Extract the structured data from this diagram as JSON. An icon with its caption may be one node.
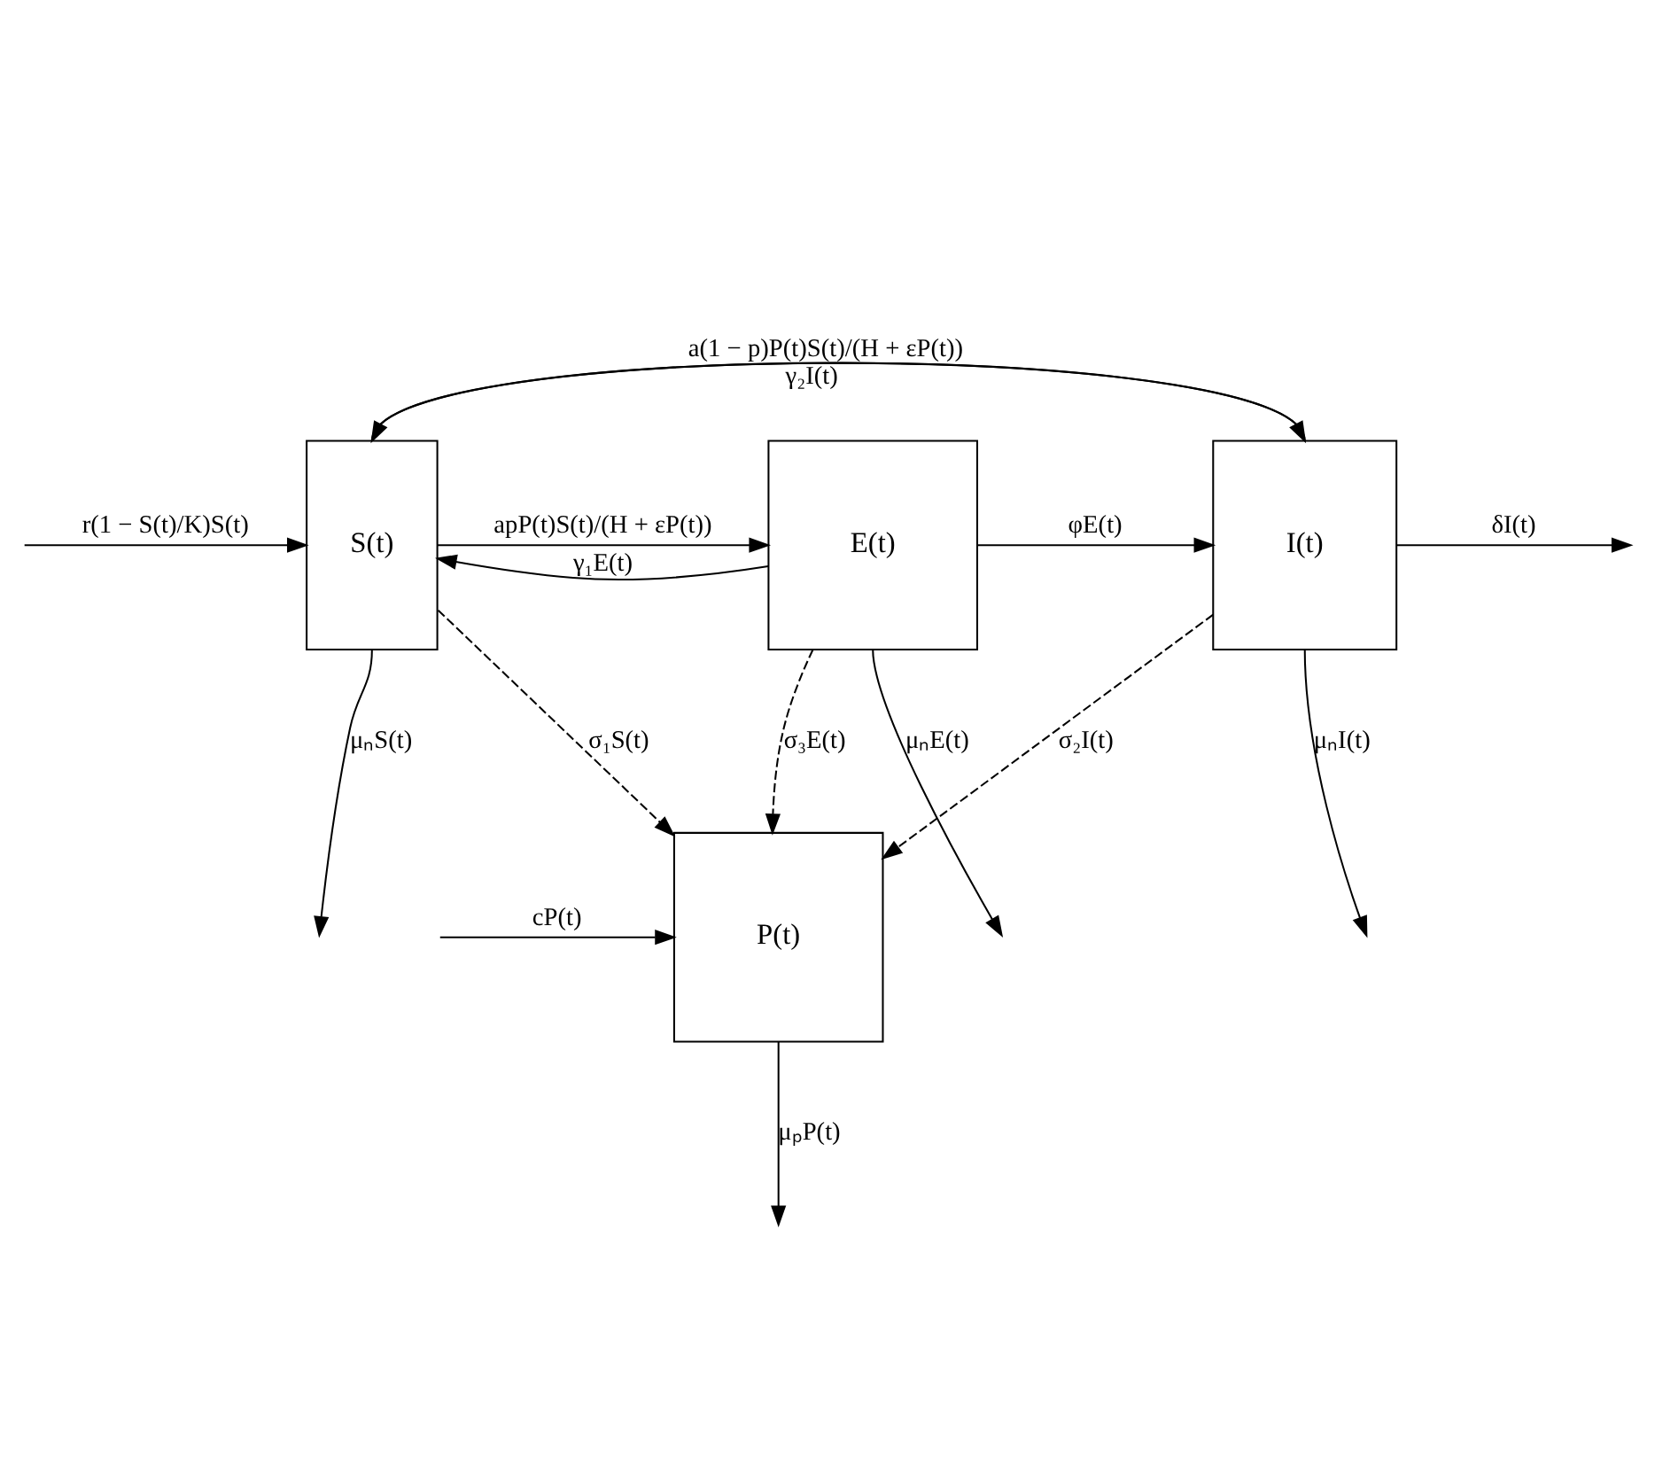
{
  "diagram": {
    "nodes": [
      {
        "text": [
          "S(t)"
        ]
      },
      {
        "text": [
          "E(t)"
        ]
      },
      {
        "text": [
          "I(t)"
        ]
      },
      {
        "text": [
          "P(t)"
        ]
      }
    ],
    "edges": [
      {
        "from": 0,
        "to": null,
        "arrow": "to",
        "label": "μₙS(t)"
      },
      {
        "from": 0,
        "to": 1,
        "arrow": "to",
        "label": "apP(t)S(t)/(H + εP(t))"
      },
      {
        "from": 1,
        "to": 0,
        "arrow": "to",
        "label": "γ₁E(t)"
      },
      {
        "from": 1,
        "to": 2,
        "arrow": "to",
        "label": "φE(t)"
      },
      {
        "from": 2,
        "to": null,
        "arrow": "to",
        "label": "μₙI(t)"
      },
      {
        "from": 0,
        "to": 2,
        "arrow": "to",
        "label": "a(1 − p)P(t)S(t)/(H + εP(t))"
      },
      {
        "from": 2,
        "to": 0,
        "arrow": "to",
        "label": "γ₂I(t)"
      },
      {
        "from": null,
        "to": 0,
        "arrow": "to",
        "label": "r(1 − S(t)/K)S(t)"
      },
      {
        "from": 1,
        "to": null,
        "arrow": "to",
        "label": "μₙE(t)"
      },
      {
        "from": 2,
        "to": null,
        "arrow": "to",
        "label": "δI(t)"
      },
      {
        "from": 0,
        "to": 3,
        "arrow": "to",
        "label": "σ₁S(t)",
        "style": "dashed"
      },
      {
        "from": 1,
        "to": 3,
        "arrow": "to",
        "label": "σ₃E(t)",
        "style": "dashed"
      },
      {
        "from": 2,
        "to": 3,
        "arrow": "to",
        "label": "σ₂I(t)",
        "style": "dashed"
      },
      {
        "from": null,
        "to": 3,
        "arrow": "to",
        "label": "cP(t)"
      },
      {
        "from": 3,
        "to": null,
        "arrow": "to",
        "label": "μₚP(t)"
      }
    ]
  }
}
